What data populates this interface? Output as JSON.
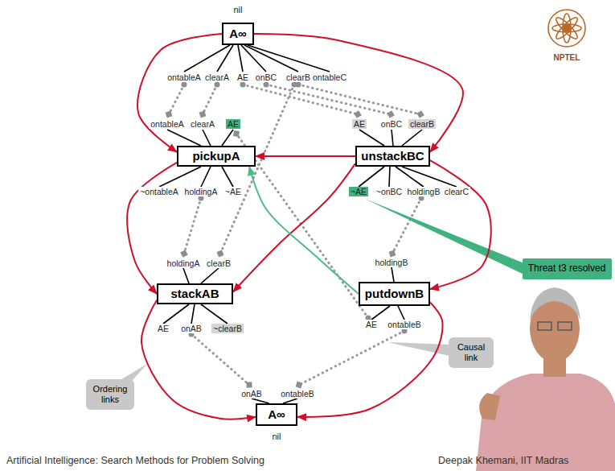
{
  "diagram": {
    "nodes": [
      {
        "text": [
          "A∞"
        ]
      },
      {
        "text": [
          "pickupA"
        ]
      },
      {
        "text": [
          "unstackBC"
        ]
      },
      {
        "text": [
          "stackAB"
        ]
      },
      {
        "text": [
          "putdownB"
        ]
      },
      {
        "text": [
          "A∞"
        ]
      },
      {
        "text": [
          "Threat t3 resolved"
        ]
      },
      {
        "text": [
          "Causal link"
        ]
      },
      {
        "text": [
          "Ordering links"
        ]
      }
    ],
    "edges": [
      {
        "from": 0,
        "to": 1,
        "arrow": "to"
      },
      {
        "from": 0,
        "to": 2,
        "arrow": "to"
      },
      {
        "from": 2,
        "to": 1,
        "arrow": "to"
      },
      {
        "from": 1,
        "to": 3,
        "arrow": "to"
      },
      {
        "from": 2,
        "to": 3,
        "arrow": "to"
      },
      {
        "from": 2,
        "to": 4,
        "arrow": "to"
      },
      {
        "from": 4,
        "to": 1,
        "arrow": "to"
      },
      {
        "from": 3,
        "to": 5,
        "arrow": "to"
      },
      {
        "from": 4,
        "to": 5,
        "arrow": "to"
      }
    ],
    "labels": [
      "nil",
      "ontableA",
      "clearA",
      "AE",
      "onBC",
      "clearB",
      "ontableC",
      "ontableA",
      "clearA",
      "AE",
      "AE",
      "onBC",
      "clearB",
      "~ontableA",
      "holdingA",
      "~AE",
      "~AE",
      "~onBC",
      "holdingB",
      "clearC",
      "holdingA",
      "clearB",
      "holdingB",
      "AE",
      "onAB",
      "~clearB",
      "AE",
      "ontableB",
      "onAB",
      "ontableB",
      "nil",
      "NPTEL",
      "Artificial Intelligence: Search Methods for Problem Solving",
      "Deepak Khemani, IIT Madras"
    ]
  }
}
